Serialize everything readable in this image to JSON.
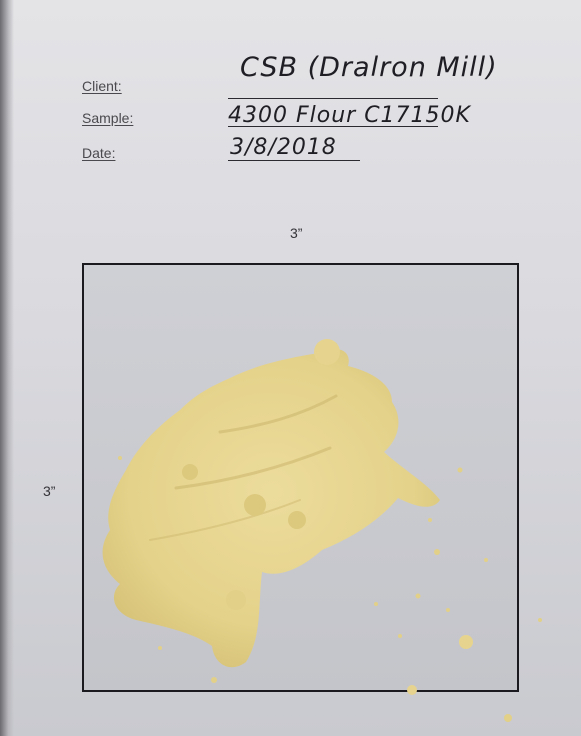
{
  "form": {
    "client_label": "Client:",
    "sample_label": "Sample:",
    "date_label": "Date:",
    "client_value": "CSB (Dralron Mill)",
    "sample_value": "4300 Flour C17150K",
    "date_value": "3/8/2018"
  },
  "dimensions": {
    "top": "3”",
    "side": "3”"
  },
  "colors": {
    "paper": "#dcdcde",
    "ink": "#1e1e24",
    "flour": "#e8d896",
    "flour_shadow": "#c9b56c",
    "box_border": "#1b1b1f"
  }
}
